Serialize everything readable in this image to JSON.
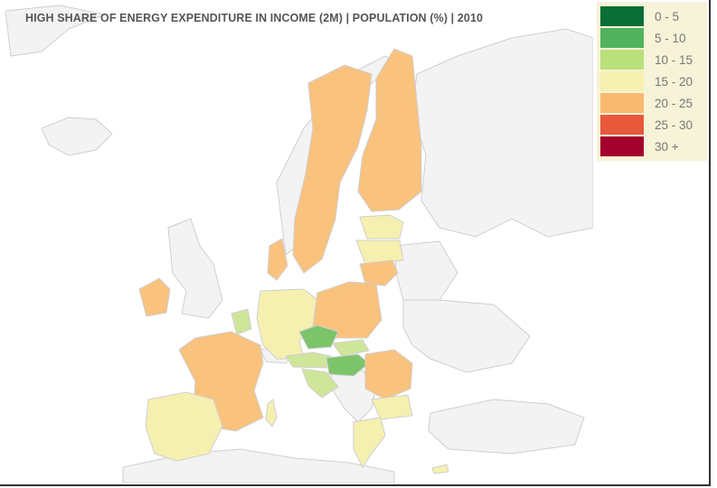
{
  "map": {
    "title": "HIGH SHARE OF ENERGY EXPENDITURE IN INCOME (2M) | POPULATION (%) | 2010"
  },
  "legend": {
    "items": [
      {
        "label": "0 - 5",
        "color": "#0a6e37"
      },
      {
        "label": "5 - 10",
        "color": "#52b35e"
      },
      {
        "label": "10 - 15",
        "color": "#b9e07a"
      },
      {
        "label": "15 - 20",
        "color": "#f6f0b0"
      },
      {
        "label": "20 - 25",
        "color": "#f9b870"
      },
      {
        "label": "25 - 30",
        "color": "#e8583b"
      },
      {
        "label": "30 +",
        "color": "#a3002d"
      }
    ]
  },
  "colors": {
    "no_data_fill": "#f3f3f3",
    "outline": "#cfcfcf",
    "class_15_20": "#f6f0b0",
    "class_20_25": "#f9c27d",
    "class_10_15": "#cfe69a",
    "class_5_10": "#7bc46a"
  }
}
